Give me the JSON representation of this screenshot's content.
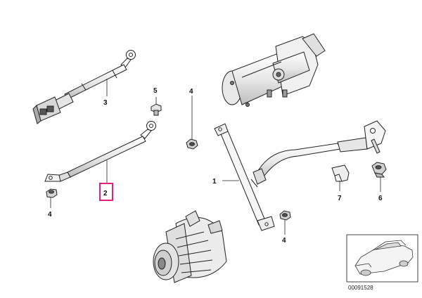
{
  "callouts": {
    "c1": "1",
    "c2": "2",
    "c3": "3",
    "c4a": "4",
    "c4b": "4",
    "c4c": "4",
    "c5": "5",
    "c6": "6",
    "c7": "7"
  },
  "highlight_color": "#e0207a",
  "reference_number": "00091528"
}
